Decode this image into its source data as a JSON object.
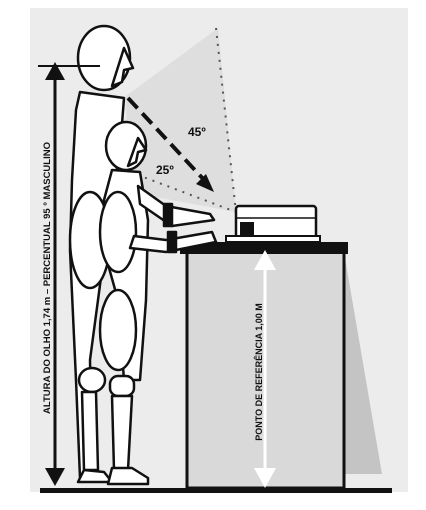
{
  "labels": {
    "eye_height": "ALTURA DO OLHO 1,74 m – PERCENTUAL 95 º MASCULINO",
    "reference_point": "PONTO DE REFERÊNCIA 1,00 M",
    "angle_large": "45º",
    "angle_small": "25º"
  },
  "colors": {
    "background_panel": "#ececec",
    "cone": "#dedede",
    "cabinet": "#d9d9d9",
    "cabinet_shadow": "#c4c4c4",
    "ink": "#111111",
    "arrow_white": "#ffffff"
  }
}
